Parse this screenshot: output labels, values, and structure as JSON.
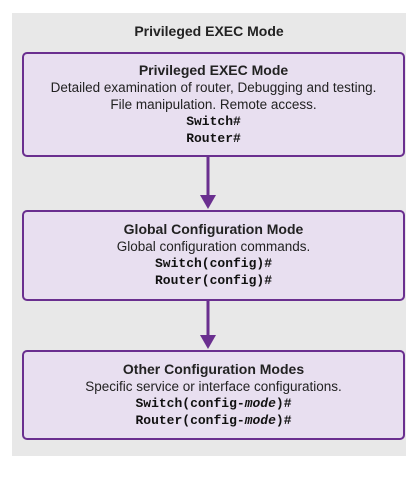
{
  "panel": {
    "title": "Privileged EXEC Mode"
  },
  "boxes": [
    {
      "title": "Privileged EXEC Mode",
      "desc_lines": [
        "Detailed examination of router, Debugging and testing.",
        "File manipulation. Remote access."
      ],
      "cmds": [
        "Switch#",
        "Router#"
      ]
    },
    {
      "title": "Global Configuration Mode",
      "desc_lines": [
        "Global configuration commands."
      ],
      "cmds": [
        "Switch(config)#",
        "Router(config)#"
      ]
    },
    {
      "title": "Other Configuration Modes",
      "desc_lines": [
        "Specific service or interface configurations."
      ],
      "cmds_parts": [
        {
          "pre": "Switch(config-",
          "ital": "mode",
          "post": ")#"
        },
        {
          "pre": "Router(config-",
          "ital": "mode",
          "post": ")#"
        }
      ]
    }
  ],
  "colors": {
    "border": "#6a2f8f",
    "fill": "#e8dff0",
    "panel": "#e8e8e8"
  }
}
